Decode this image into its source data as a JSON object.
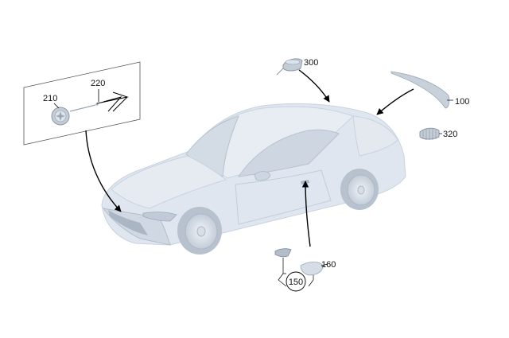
{
  "callouts": {
    "c100": "100",
    "c150": "150",
    "c160": "160",
    "c210": "210",
    "c220": "220",
    "c300": "300",
    "c320": "320"
  },
  "colors": {
    "car_body": "#dfe6ef",
    "car_shade": "#c9d3df",
    "car_dark": "#9eabbb",
    "part": "#c4ccd6",
    "leader": "#000000"
  }
}
